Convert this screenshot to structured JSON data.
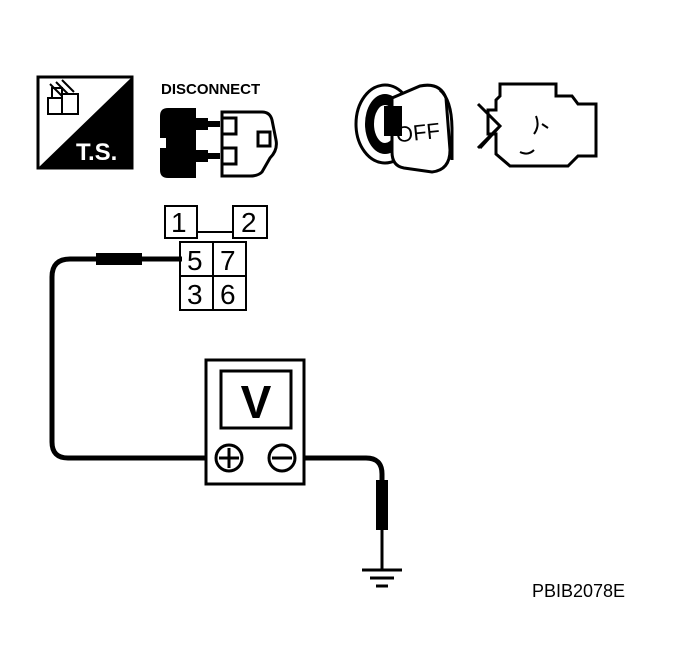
{
  "icons": {
    "ts": {
      "label": "T.S.",
      "icon": "ts-connector-icon"
    },
    "disconnect": {
      "label": "DISCONNECT",
      "icon": "disconnect-connector-icon"
    },
    "ignition": {
      "label": "OFF",
      "icon": "ignition-key-icon"
    },
    "engine": {
      "icon": "engine-stopped-icon"
    }
  },
  "connector": {
    "pins": [
      "1",
      "2",
      "5",
      "7",
      "3",
      "6"
    ]
  },
  "meter": {
    "label": "V",
    "positive": "+",
    "negative": "−"
  },
  "figure_id": "PBIB2078E",
  "colors": {
    "ink": "#000000",
    "paper": "#ffffff"
  }
}
